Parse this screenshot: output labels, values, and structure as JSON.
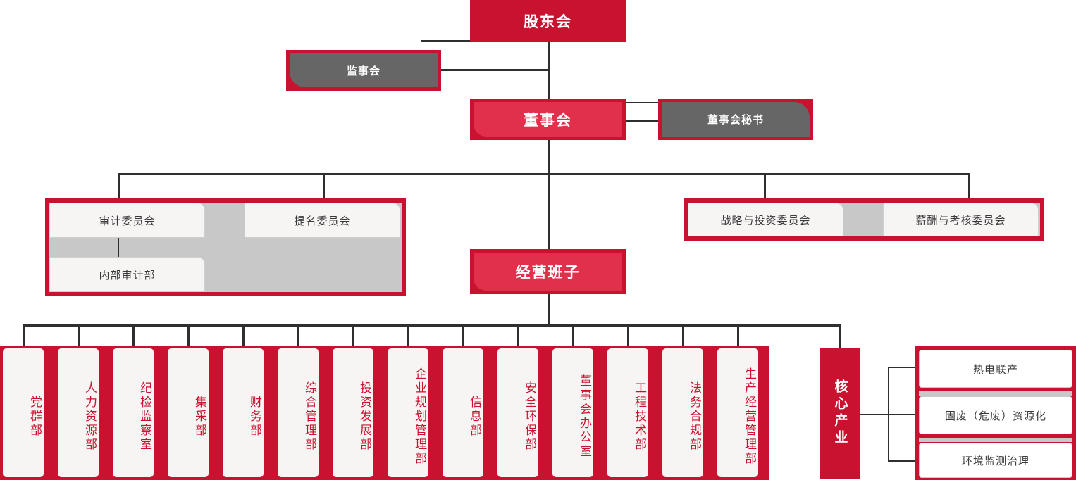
{
  "chart_data": {
    "type": "diagram",
    "title": "公司组织架构图",
    "nodes": {
      "shareholders": "股东会",
      "supervisory": "监事会",
      "board": "董事会",
      "board_secretary": "董事会秘书",
      "management": "经营班子",
      "core_industry": "核心产业"
    },
    "committees_left": [
      "审计委员会",
      "提名委员会"
    ],
    "committees_left_sub": [
      "内部审计部"
    ],
    "committees_right": [
      "战略与投资委员会",
      "薪酬与考核委员会"
    ],
    "departments": [
      "党群部",
      "人力资源部",
      "纪检监察室",
      "集采部",
      "财务部",
      "综合管理部",
      "投资发展部",
      "企业规划管理部",
      "信息部",
      "安全环保部",
      "董事会办公室",
      "工程技术部",
      "法务合规部",
      "生产经营管理部"
    ],
    "industries": [
      "热电联产",
      "固废（危废）资源化",
      "环境监测治理"
    ],
    "colors": {
      "primary_red": "#C8122F",
      "light_red": "#E0304C",
      "gray": "#666666",
      "panel_gray": "#C8C8C8",
      "card": "#F7F4F4",
      "line": "#2F2F2F"
    }
  },
  "org": {
    "shareholders": {
      "label": "股东会"
    },
    "supervisory": {
      "label": "监事会"
    },
    "board": {
      "label": "董事会"
    },
    "board_secretary": {
      "label": "董事会秘书"
    },
    "management": {
      "label": "经营班子"
    },
    "core_industry": {
      "label": "核心产业"
    },
    "committees": {
      "audit": {
        "label": "审计委员会"
      },
      "nomination": {
        "label": "提名委员会"
      },
      "internal_audit": {
        "label": "内部审计部"
      },
      "strategy": {
        "label": "战略与投资委员会"
      },
      "compensation": {
        "label": "薪酬与考核委员会"
      }
    },
    "departments": [
      {
        "label": "党群部"
      },
      {
        "label": "人力资源部"
      },
      {
        "label": "纪检监察室"
      },
      {
        "label": "集采部"
      },
      {
        "label": "财务部"
      },
      {
        "label": "综合管理部"
      },
      {
        "label": "投资发展部"
      },
      {
        "label": "企业规划管理部"
      },
      {
        "label": "信息部"
      },
      {
        "label": "安全环保部"
      },
      {
        "label": "董事会办公室"
      },
      {
        "label": "工程技术部"
      },
      {
        "label": "法务合规部"
      },
      {
        "label": "生产经营管理部"
      }
    ],
    "industries": [
      {
        "label": "热电联产"
      },
      {
        "label": "固废（危废）资源化"
      },
      {
        "label": "环境监测治理"
      }
    ]
  }
}
